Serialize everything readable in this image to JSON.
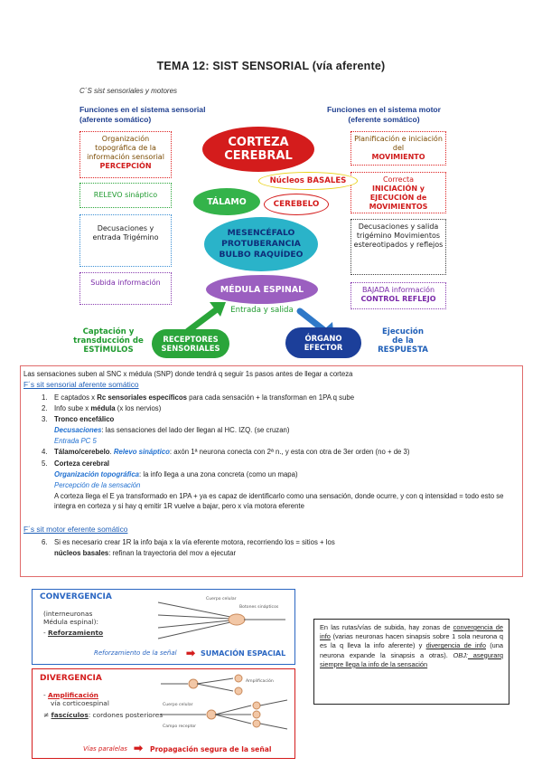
{
  "title": "TEMA 12: SIST SENSORIAL (vía aferente)",
  "subtitle": "C´S sist sensoriales y motores",
  "left_head": {
    "line1": "Funciones en el sistema sensorial",
    "line2": "(aferente somático)"
  },
  "right_head": {
    "line1": "Funciones en el sistema motor",
    "line2": "(eferente somático)"
  },
  "left_boxes": [
    {
      "text": "Organización topográfica de la información sensorial",
      "strong": "PERCEPCIÓN"
    },
    {
      "text": "RELEVO sináptico"
    },
    {
      "text": "Decusaciones y entrada Trigémino"
    },
    {
      "text": "Subida información"
    }
  ],
  "right_boxes": [
    {
      "text": "Planificación e iniciación del",
      "strong": "MOVIMIENTO"
    },
    {
      "text": "Correcta",
      "strong1": "INICIACIÓN y",
      "strong2": "EJECUCIÓN de",
      "strong3": "MOVIMIENTOS"
    },
    {
      "text": "Decusaciones y salida trigémino Movimientos estereotipados y reflejos"
    },
    {
      "text": "BAJADA información",
      "strong": "CONTROL REFLEJO"
    }
  ],
  "center": {
    "corteza": "CORTEZA CEREBRAL",
    "nucleos": "Núcleos BASALES",
    "talamo": "TÁLAMO",
    "cerebelo": "CEREBELO",
    "tronco": [
      "MESENCÉFALO",
      "PROTUBERANCIA",
      "BULBO RAQUÍDEO"
    ],
    "medula": "MÉDULA ESPINAL",
    "entrada": "Entrada y salida",
    "receptores": "RECEPTORES SENSORIALES",
    "efector": "ÓRGANO EFECTOR",
    "captacion": [
      "Captación y",
      "transducción de",
      "ESTÍMULOS"
    ],
    "ejecucion": [
      "Ejecución",
      "de la",
      "RESPUESTA"
    ]
  },
  "colors": {
    "red": "#d41c1c",
    "green": "#34b34a",
    "teal": "#2ab3c9",
    "purple": "#9b5fc0",
    "navy": "#1c3f9a",
    "blue_text": "#1f5fb8"
  },
  "body": {
    "intro": "Las sensaciones suben al SNC x médula (SNP) donde tendrá q seguir 1s pasos antes de llegar a corteza",
    "afferent_head": "F´s sit sensorial aferente somático",
    "items": [
      {
        "n": "1.",
        "pre": "E captados x ",
        "bold": "Rc sensoriales específicos",
        "post": " para cada sensación + la transforman en 1PA q sube"
      },
      {
        "n": "2.",
        "pre": "Info sube x ",
        "bold": "médula",
        "post": " (x los nervios)"
      },
      {
        "n": "3.",
        "bold": "Tronco encefálico"
      },
      {
        "n": "4.",
        "bold": "Tálamo/cerebelo",
        "mid": "Relevo sináptico",
        "post": ": axón 1ª neurona conecta con 2ª n., y esta con otra de 3er orden (no + de 3)"
      },
      {
        "n": "5.",
        "bold": "Corteza cerebral"
      }
    ],
    "dec_label": "Decusaciones",
    "dec_text": ": las sensaciones del lado der llegan al HC. IZQ. (se cruzan)",
    "entrada_pc": "Entrada PC 5",
    "org_label": "Organización topográfica",
    "org_text": ": la info llega a una zona concreta (como un mapa)",
    "percep": "Percepción de la sensación",
    "para": "A corteza llega el E ya transformado en 1PA + ya es capaz de identificarlo como una sensación, donde ocurre, y con q intensidad = todo esto se integra en corteza y si hay q emitir 1R vuelve a bajar, pero x vía motora eferente",
    "efferent_head": "F´s sit motor eferente somático",
    "item6_n": "6.",
    "item6": "Si es necesario crear 1R la info baja x la vía eferente motora, recorriendo los = sitios + los",
    "item6_bold": "núcleos basales",
    "item6_post": ": refinan la trayectoria del mov a ejecutar"
  },
  "convergence": {
    "title": "CONVERGENCIA",
    "line1": "(interneuronas",
    "line2": "Médula espinal):",
    "bullet": "Reforzamiento",
    "bottom_left": "Reforzamiento de la señal",
    "bottom_right": "SUMACIÓN ESPACIAL",
    "diagram_labels": [
      "Cuerpo celular",
      "Botones sinápticos"
    ]
  },
  "divergence": {
    "title": "DIVERGENCIA",
    "b1": "Amplificación",
    "b1b": "vía corticoespinal",
    "b2": "fascículos",
    "b2b": ": cordones posteriores",
    "bottom_left": "Vías paralelas",
    "bottom_right": "Propagación segura de la señal",
    "diagram_labels": [
      "Amplificación",
      "Cuerpo celular",
      "Campo receptor"
    ]
  },
  "note": {
    "t1": "En las rutas/vías de subida, hay zonas de",
    "u1": "convergencia de info",
    "t2": " (varias neuronas hacen sinapsis sobre 1 sola neurona q es la q lleva la info aferente) y ",
    "u2": "divergencia de info",
    "t3": " (una neurona expande la sinapsis a otras). ",
    "obj": "OBJ:",
    "u3": " asegurarq siempre llega la info de la sensación"
  }
}
